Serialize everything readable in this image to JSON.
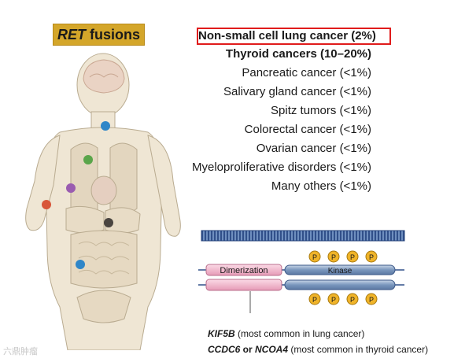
{
  "header": {
    "gene": "RET",
    "label": "fusions"
  },
  "cancers": [
    {
      "text": "Non-small cell lung cancer (2%)",
      "bold": true,
      "highlight": true
    },
    {
      "text": "Thyroid cancers (10–20%)",
      "bold": true,
      "highlight": false
    },
    {
      "text": "Pancreatic cancer (<1%)",
      "bold": false,
      "highlight": false
    },
    {
      "text": "Salivary gland cancer (<1%)",
      "bold": false,
      "highlight": false
    },
    {
      "text": "Spitz tumors (<1%)",
      "bold": false,
      "highlight": false
    },
    {
      "text": "Colorectal cancer (<1%)",
      "bold": false,
      "highlight": false
    },
    {
      "text": "Ovarian cancer (<1%)",
      "bold": false,
      "highlight": false
    },
    {
      "text": "Myeloproliferative disorders (<1%)",
      "bold": false,
      "highlight": false
    },
    {
      "text": "Many others (<1%)",
      "bold": false,
      "highlight": false
    }
  ],
  "gene_diagram": {
    "domain_left": "Dimerization",
    "domain_right": "Kinase",
    "phospho_label": "P"
  },
  "legend": {
    "line1_gene": "KIF5B",
    "line1_text": " (most common in lung cancer)",
    "line2_gene1": "CCDC6",
    "line2_or": " or ",
    "line2_gene2": "NCOA4",
    "line2_text": " (most common in thyroid cancer)"
  },
  "watermark": "六鼎肿瘤",
  "colors": {
    "badge": "#d4a62a",
    "highlight_border": "#e01b1b",
    "body_fill": "#efe6d4",
    "dot_thyroid": "#2f86c8",
    "dot_lung": "#5aa54a",
    "dot_breast": "#9a5cb0",
    "dot_skin": "#d8563a",
    "dot_pancreas": "#4a4540",
    "dot_colon": "#2f86c8",
    "phospho": "#f0b429",
    "pink_domain": "#f3b6cc",
    "kinase": "#7a97bd"
  }
}
